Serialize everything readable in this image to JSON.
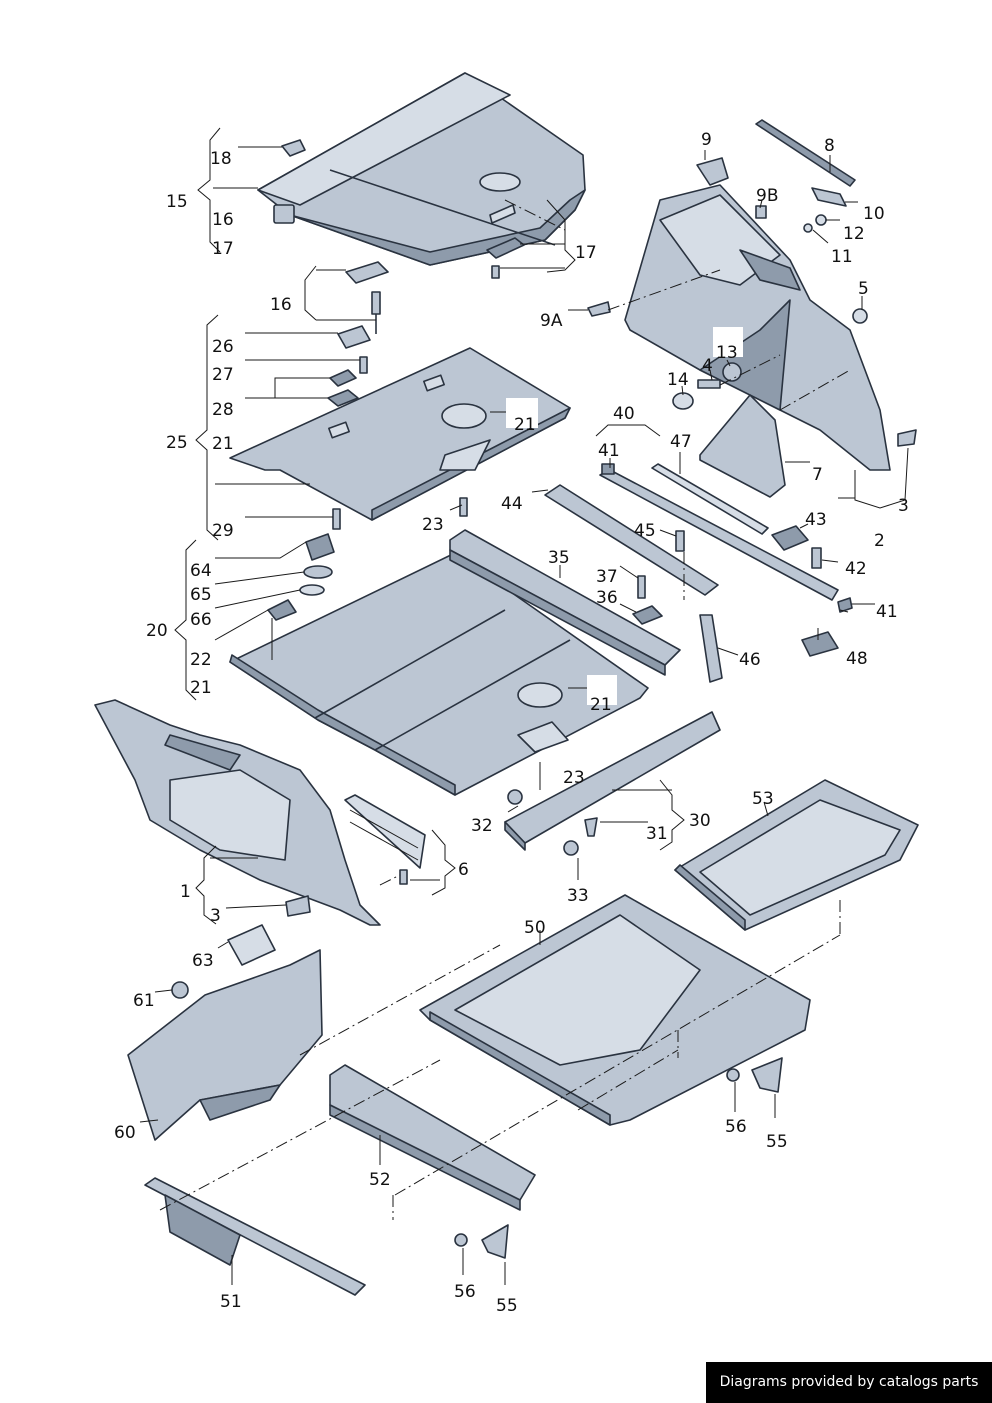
{
  "footer": {
    "credit": "Diagrams provided by catalogs parts"
  },
  "callouts": {
    "c18": "18",
    "c15": "15",
    "c16a": "16",
    "c17a": "17",
    "c17b": "17",
    "c16b": "16",
    "c26": "26",
    "c27": "27",
    "c28": "28",
    "c25": "25",
    "c21a": "21",
    "c21b": "21",
    "c29": "29",
    "c23a": "23",
    "c64": "64",
    "c65": "65",
    "c66": "66",
    "c20": "20",
    "c22": "22",
    "c21c": "21",
    "c35": "35",
    "c37": "37",
    "c36": "36",
    "c21d": "21",
    "c23b": "23",
    "c9": "9",
    "c8": "8",
    "c9b": "9B",
    "c10": "10",
    "c12": "12",
    "c11": "11",
    "c9a": "9A",
    "c5": "5",
    "c4": "4",
    "c13": "13",
    "c14": "14",
    "c40": "40",
    "c41a": "41",
    "c47": "47",
    "c7": "7",
    "c3a": "3",
    "c2": "2",
    "c44": "44",
    "c45": "45",
    "c43": "43",
    "c42": "42",
    "c41b": "41",
    "c46": "46",
    "c48": "48",
    "c1": "1",
    "c3b": "3",
    "c6": "6",
    "c32": "32",
    "c31": "31",
    "c30": "30",
    "c33": "33",
    "c53": "53",
    "c63": "63",
    "c61": "61",
    "c60": "60",
    "c50": "50",
    "c52": "52",
    "c51": "51",
    "c56a": "56",
    "c55a": "55",
    "c56b": "56",
    "c55b": "55"
  }
}
